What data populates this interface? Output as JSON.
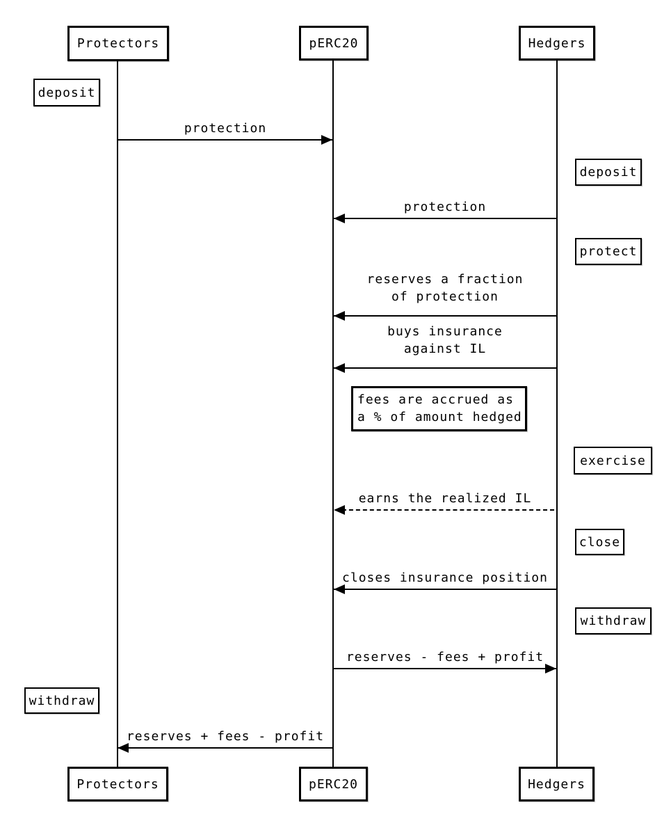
{
  "colors": {
    "ink": "#000000",
    "paper": "#ffffff"
  },
  "actors": [
    {
      "id": "protectors",
      "label": "Protectors"
    },
    {
      "id": "perc20",
      "label": "pERC20"
    },
    {
      "id": "hedgers",
      "label": "Hedgers"
    }
  ],
  "actions": [
    {
      "id": "deposit-protectors",
      "actor": "protectors",
      "label": "deposit"
    },
    {
      "id": "deposit-hedgers",
      "actor": "hedgers",
      "label": "deposit"
    },
    {
      "id": "protect-hedgers",
      "actor": "hedgers",
      "label": "protect"
    },
    {
      "id": "exercise-hedgers",
      "actor": "hedgers",
      "label": "exercise"
    },
    {
      "id": "close-hedgers",
      "actor": "hedgers",
      "label": "close"
    },
    {
      "id": "withdraw-hedgers",
      "actor": "hedgers",
      "label": "withdraw"
    },
    {
      "id": "withdraw-protectors",
      "actor": "protectors",
      "label": "withdraw"
    }
  ],
  "messages": [
    {
      "from": "Protectors",
      "to": "pERC20",
      "style": "solid",
      "label": "protection"
    },
    {
      "from": "Hedgers",
      "to": "pERC20",
      "style": "solid",
      "label": "protection"
    },
    {
      "from": "Hedgers",
      "to": "pERC20",
      "style": "solid",
      "label_line1": "reserves a fraction",
      "label_line2": "of protection"
    },
    {
      "from": "Hedgers",
      "to": "pERC20",
      "style": "solid",
      "label_line1": "buys insurance",
      "label_line2": "against IL"
    },
    {
      "from": "Hedgers",
      "to": "pERC20",
      "style": "dashed",
      "label": "earns the realized IL"
    },
    {
      "from": "Hedgers",
      "to": "pERC20",
      "style": "solid",
      "label": "closes insurance position"
    },
    {
      "from": "pERC20",
      "to": "Hedgers",
      "style": "solid",
      "label": "reserves - fees + profit"
    },
    {
      "from": "pERC20",
      "to": "Protectors",
      "style": "solid",
      "label": "reserves + fees - profit"
    }
  ],
  "note": {
    "line1": "fees are accrued as",
    "line2": "a % of amount hedged"
  }
}
